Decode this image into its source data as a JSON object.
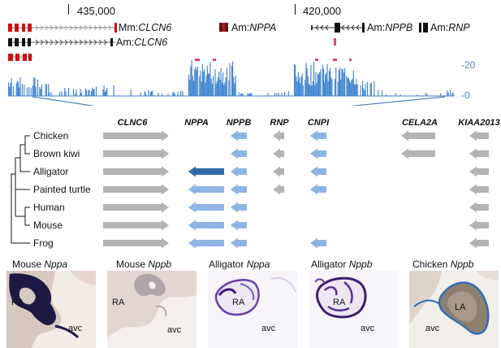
{
  "genome_browser": {
    "coord_left": "435,000",
    "coord_right": "420,000",
    "track_labels": [
      {
        "species": "Mm:",
        "gene": "CLCN6"
      },
      {
        "species": "Am:",
        "gene": "NPPA"
      },
      {
        "species": "Am:",
        "gene": "NPPB"
      },
      {
        "species": "Am:",
        "gene": "RNP"
      },
      {
        "species": "Am:",
        "gene": "CLCN6"
      }
    ],
    "scale_top": "-20",
    "scale_bottom": "-0",
    "colors": {
      "mouse_exon": "#cc1111",
      "conservation": "#3a7fd0",
      "peak": "#e0457a"
    }
  },
  "synteny": {
    "genes": [
      "CLNC6",
      "NPPA",
      "NPPB",
      "RNP",
      "CNPI",
      "CELA2A",
      "KIAA2013"
    ],
    "species": [
      "Chicken",
      "Brown kiwi",
      "Alligator",
      "Painted turtle",
      "Human",
      "Mouse",
      "Frog"
    ],
    "colors": {
      "gray": "#b3b3b3",
      "light_blue": "#8eb4e3",
      "dark_blue": "#2e6aa8"
    }
  },
  "panels": [
    {
      "species": "Mouse ",
      "gene": "Nppa",
      "labels": [
        "RA",
        "avc"
      ]
    },
    {
      "species": "Mouse ",
      "gene": "Nppb",
      "labels": [
        "RA",
        "avc"
      ]
    },
    {
      "species": "Alligator ",
      "gene": "Nppa",
      "labels": [
        "RA",
        "avc"
      ]
    },
    {
      "species": "Alligator ",
      "gene": "Nppb",
      "labels": [
        "RA",
        "avc"
      ]
    },
    {
      "species": "Chicken ",
      "gene": "Nppb",
      "labels": [
        "LA",
        "avc"
      ]
    }
  ]
}
